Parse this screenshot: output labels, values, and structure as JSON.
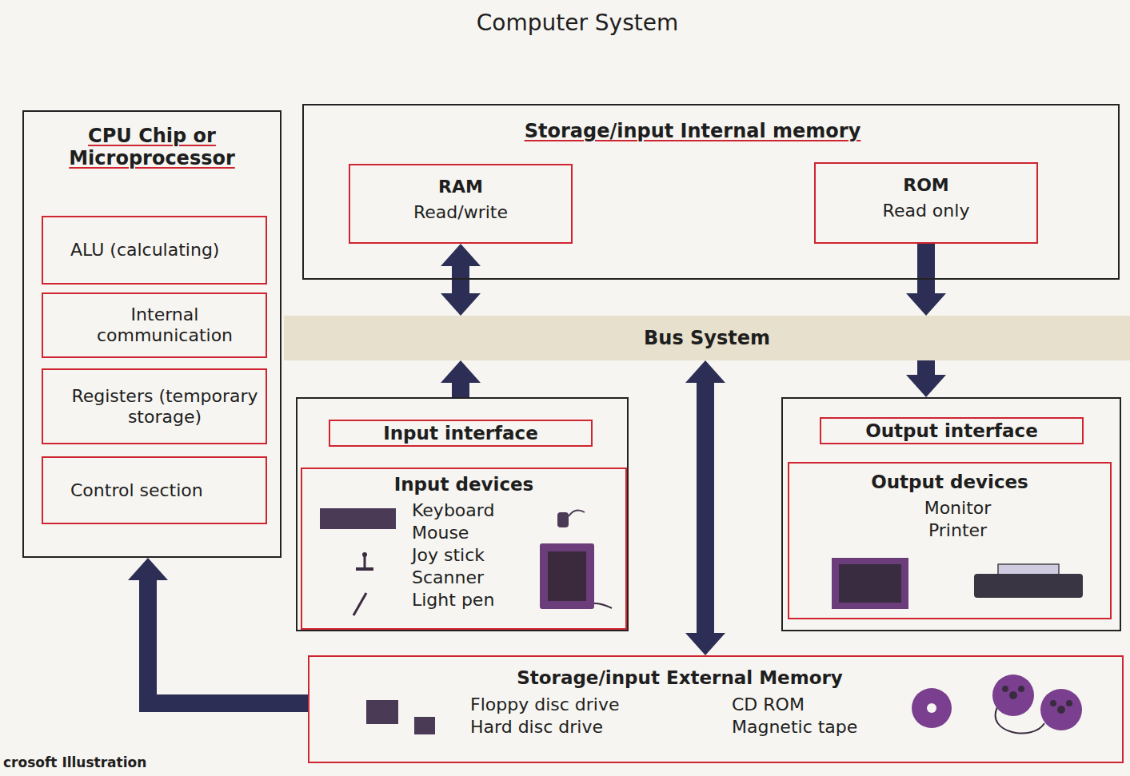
{
  "diagram": {
    "title": "Computer System",
    "caption": "crosoft Illustration",
    "nodes": [
      {
        "text": [
          "CPU Chip or Microprocessor"
        ]
      },
      {
        "text": [
          "ALU (calculating)"
        ],
        "in": 0
      },
      {
        "text": [
          "Internal communication"
        ],
        "in": 0
      },
      {
        "text": [
          "Registers (temporary storage)"
        ],
        "in": 0
      },
      {
        "text": [
          "Control section"
        ],
        "in": 0
      },
      {
        "text": [
          "Storage/input Internal memory"
        ]
      },
      {
        "text": [
          "RAM",
          "Read/write"
        ],
        "in": 5
      },
      {
        "text": [
          "ROM",
          "Read only"
        ],
        "in": 5
      },
      {
        "text": [
          "Bus System"
        ]
      },
      {
        "text": [
          "Input interface"
        ]
      },
      {
        "text": [
          "Input devices",
          "Keyboard",
          "Mouse",
          "Joy stick",
          "Scanner",
          "Light pen"
        ],
        "in": 9
      },
      {
        "text": [
          "Output interface"
        ]
      },
      {
        "text": [
          "Output devices",
          "Monitor",
          "Printer"
        ],
        "in": 11
      },
      {
        "text": [
          "Storage/input External Memory",
          "Floppy disc drive",
          "Hard disc drive",
          "CD ROM",
          "Magnetic tape"
        ]
      }
    ],
    "edges": [
      {
        "from": 6,
        "to": 8,
        "arrow": "both"
      },
      {
        "from": 9,
        "to": 8,
        "arrow": "to"
      },
      {
        "from": 7,
        "to": 8,
        "arrow": "to"
      },
      {
        "from": 8,
        "to": 11,
        "arrow": "to"
      },
      {
        "from": 8,
        "to": 13,
        "arrow": "both"
      },
      {
        "from": 13,
        "to": 0,
        "arrow": "to"
      }
    ]
  }
}
